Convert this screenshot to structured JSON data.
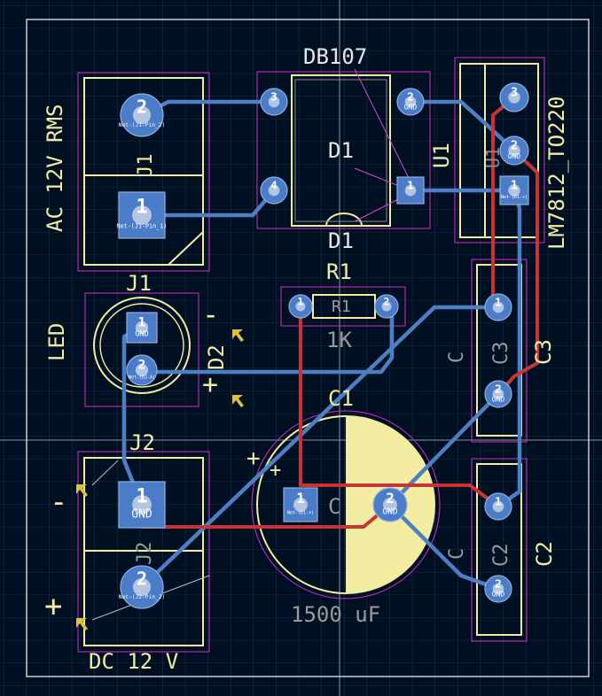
{
  "colors": {
    "background": "#001023",
    "grid": "#6a7a9c",
    "silkscreen": "#f2eda1",
    "courtyard": "#ff26e2",
    "copper_top": "#c83434",
    "copper_bottom": "#4d7fc4",
    "pad": "#4a7cc8",
    "pad_hole": "#c7d2e6",
    "fab": "#a0a0a0"
  },
  "silkscreen": {
    "ac_label": "AC 12V RMS",
    "j1_ref": "J1",
    "j1_fab": "J1",
    "db107_label": "DB107",
    "d1_ref": "D1",
    "d1_fab": "D1",
    "u1_ref": "U1",
    "u1_fab": "U1",
    "lm7812_label": "LM7812_TO220",
    "r1_ref": "R1",
    "r1_fab": "R1",
    "r1_value": "1K",
    "led_label": "LED",
    "d2_ref": "D2",
    "minus": "-",
    "plus": "+",
    "c1_ref": "C1",
    "c1_fab": "C",
    "c1_value": "1500 uF",
    "c3_ref": "C3",
    "c3_fab": "C3",
    "c3_value": "C",
    "c2_ref": "C2",
    "c2_fab": "C2",
    "c2_value": "C",
    "j2_ref": "J2",
    "j2_fab": "J2",
    "dc_label": "DC 12 V"
  },
  "pads": {
    "j1_1": {
      "num": "1",
      "net": "Net-(J1-Pin_1)"
    },
    "j1_2": {
      "num": "2",
      "net": "Net-(J1-Pin_2)"
    },
    "d1_1": {
      "num": "1",
      "net": ""
    },
    "d1_2": {
      "num": "2",
      "net": "GND"
    },
    "d1_3": {
      "num": "3",
      "net": ""
    },
    "d1_4": {
      "num": "4",
      "net": ""
    },
    "u1_1": {
      "num": "1",
      "net": "Net-(D1-+)"
    },
    "u1_2": {
      "num": "2",
      "net": "GND"
    },
    "u1_3": {
      "num": "3",
      "net": ""
    },
    "r1_1": {
      "num": "1",
      "net": ""
    },
    "r1_2": {
      "num": "2",
      "net": ""
    },
    "d2_1": {
      "num": "1",
      "net": "GND"
    },
    "d2_2": {
      "num": "2",
      "net": "Net-(D2-A)"
    },
    "c3_1": {
      "num": "1",
      "net": ""
    },
    "c3_2": {
      "num": "2",
      "net": "GND"
    },
    "c1_1": {
      "num": "1",
      "net": "Net-(D1-+)"
    },
    "c1_2": {
      "num": "2",
      "net": "GND"
    },
    "c2_1": {
      "num": "1",
      "net": ""
    },
    "c2_2": {
      "num": "2",
      "net": "GND"
    },
    "j2_1": {
      "num": "1",
      "net": "GND"
    },
    "j2_2": {
      "num": "2",
      "net": "Net-(J2-Pin_2)"
    }
  }
}
